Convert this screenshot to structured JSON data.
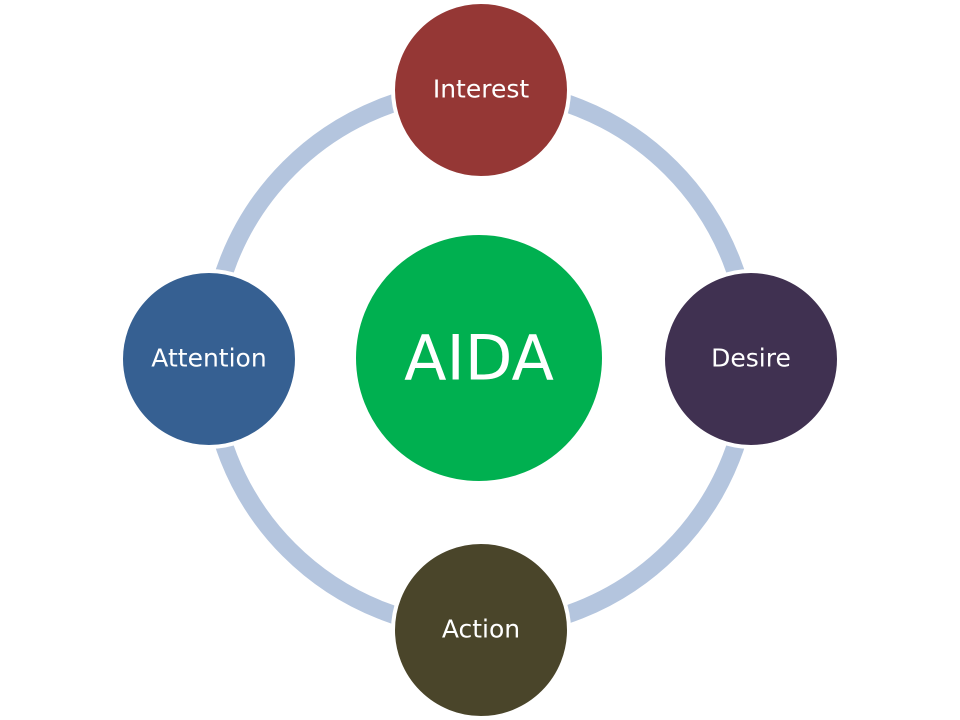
{
  "center": {
    "label": "AIDA",
    "color": "#00b050"
  },
  "ring_color": "#b4c5de",
  "stages": [
    {
      "label": "Interest",
      "color": "#953735"
    },
    {
      "label": "Desire",
      "color": "#403151"
    },
    {
      "label": "Action",
      "color": "#4a452a"
    },
    {
      "label": "Attention",
      "color": "#366092"
    }
  ]
}
